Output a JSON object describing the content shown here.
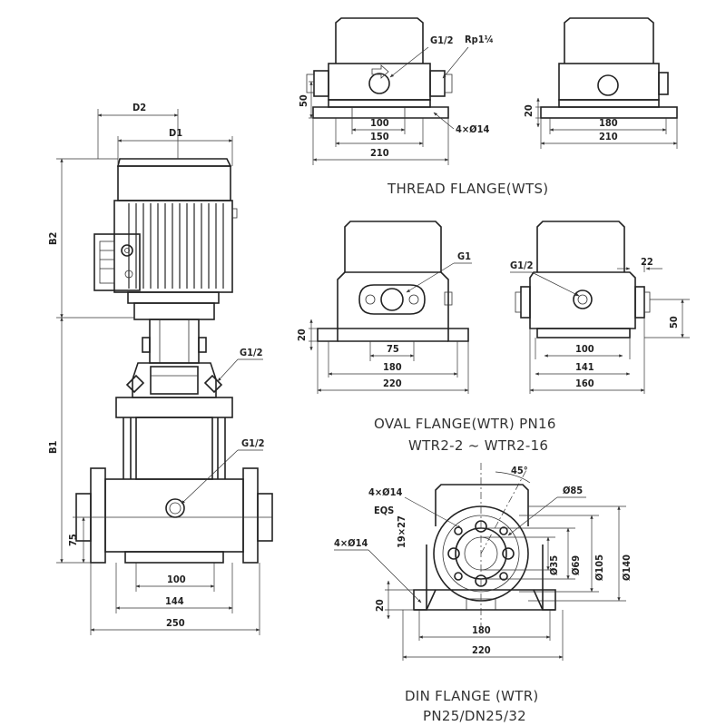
{
  "titles": {
    "thread": "THREAD FLANGE(WTS)",
    "oval_1": "OVAL FLANGE(WTR) PN16",
    "oval_2": "WTR2-2 ~ WTR2-16",
    "din_1": "DIN FLANGE (WTR)",
    "din_2": "PN25/DN25/32"
  },
  "pump": {
    "d2": "D2",
    "d1": "D1",
    "b2": "B2",
    "b1": "B1",
    "g12_top": "G1/2",
    "g12_mid": "G1/2",
    "h75": "75",
    "w100": "100",
    "w144": "144",
    "w250": "250"
  },
  "thread_left": {
    "g12": "G1/2",
    "rp": "Rp1¼",
    "h50": "50",
    "w100": "100",
    "w150": "150",
    "w210": "210",
    "holes": "4×Ø14"
  },
  "thread_right": {
    "h20": "20",
    "w180": "180",
    "w210": "210"
  },
  "oval_left": {
    "g1": "G1",
    "h20": "20",
    "w75": "75",
    "w180": "180",
    "w220": "220"
  },
  "oval_right": {
    "g12": "G1/2",
    "d22": "22",
    "h50": "50",
    "w100": "100",
    "w141": "141",
    "w160": "160"
  },
  "din": {
    "angle": "45°",
    "holes4": "4×Ø14",
    "eqs": "EQS",
    "d85": "Ø85",
    "slot": "19×27",
    "base_holes": "4×Ø14",
    "d35": "Ø35",
    "d69": "Ø69",
    "d105": "Ø105",
    "d140": "Ø140",
    "h20": "20",
    "w180": "180",
    "w220": "220"
  }
}
